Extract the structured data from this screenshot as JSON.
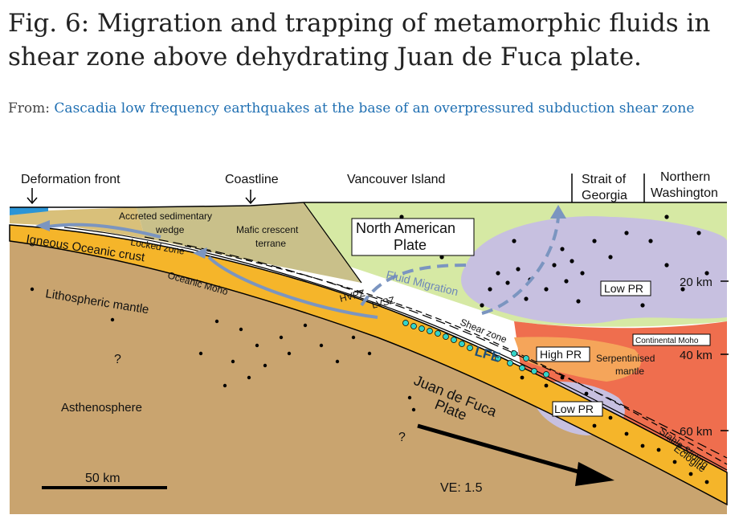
{
  "caption": {
    "title": "Fig. 6: Migration and trapping of metamorphic fluids in shear zone above dehydrating Juan de Fuca plate.",
    "from_prefix": "From:",
    "from_link": "Cascadia low frequency earthquakes at the base of an overpressured subduction shear zone"
  },
  "figure": {
    "top_labels": {
      "deformation_front": "Deformation front",
      "coastline": "Coastline",
      "vancouver_island": "Vancouver Island",
      "strait_line1": "Strait of",
      "strait_line2": "Georgia",
      "northern_line1": "Northern",
      "northern_line2": "Washington"
    },
    "units": {
      "accreted_line1": "Accreted sedimentary",
      "accreted_line2": "wedge",
      "mafic_line1": "Mafic crescent",
      "mafic_line2": "terrane",
      "north_american_line1": "North American",
      "north_american_line2": "Plate",
      "locked_zone": "Locked zone",
      "igneous_crust": "Igneous Oceanic crust",
      "oceanic_moho": "Oceanic Moho",
      "lithospheric_mantle": "Lithospheric mantle",
      "asthenosphere": "Asthenosphere",
      "juan_line1": "Juan de Fuca",
      "juan_line2": "Plate",
      "fluid_migration": "Fluid Migration",
      "hvpz": "HVPZ",
      "lvsz": "LVSZ",
      "shear_zone": "Shear zone",
      "lfe": "LFE",
      "high_pr": "High PR",
      "low_pr_upper": "Low PR",
      "low_pr_lower": "Low PR",
      "serp_line1": "Serpentinised",
      "serp_line2": "mantle",
      "continental_moho": "Continental Moho",
      "stable_sliding": "Stable Sliding",
      "eclogite": "Eclogite",
      "question1": "?",
      "question2": "?"
    },
    "depths": {
      "d20": "20 km",
      "d40": "40 km",
      "d60": "60 km"
    },
    "scale_bar": "50 km",
    "ve": "VE: 1.5"
  },
  "colors": {
    "sediment": "#d9c07a",
    "mafic": "#c9c08a",
    "north_american": "#d6e9a4",
    "crust": "#f5b52a",
    "mantle": "#c9a46f",
    "low_pr": "#c7c0e0",
    "serpentinised": "#f5a55a",
    "continental_mantle": "#ef6e4e",
    "ocean": "#2b95d6",
    "lfe": "#34d3c8",
    "fluid_arrow": "#7b95c0"
  }
}
